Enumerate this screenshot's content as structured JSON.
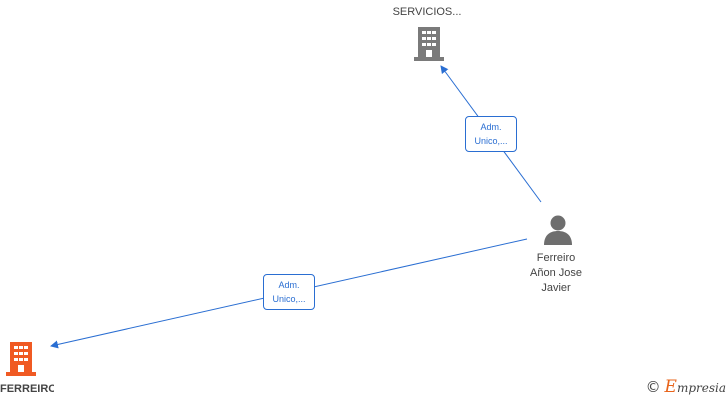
{
  "nodes": {
    "company_top": {
      "name": "SERVICIOS...",
      "type": "company",
      "color": "#7a7a7a"
    },
    "person": {
      "name": "Ferreiro\nAñon Jose\nJavier",
      "type": "person",
      "color": "#6e6e6e"
    },
    "company_bottom": {
      "name": "FERREIRO",
      "type": "company",
      "color": "#f05a23"
    }
  },
  "edges": [
    {
      "from": "person",
      "to": "company_top",
      "label": "Adm.\nUnico,..."
    },
    {
      "from": "person",
      "to": "company_bottom",
      "label": "Adm.\nUnico,..."
    }
  ],
  "edge_color": "#2a6ed2",
  "brand": {
    "copyright": "©",
    "initial": "E",
    "rest": "mpresia"
  }
}
